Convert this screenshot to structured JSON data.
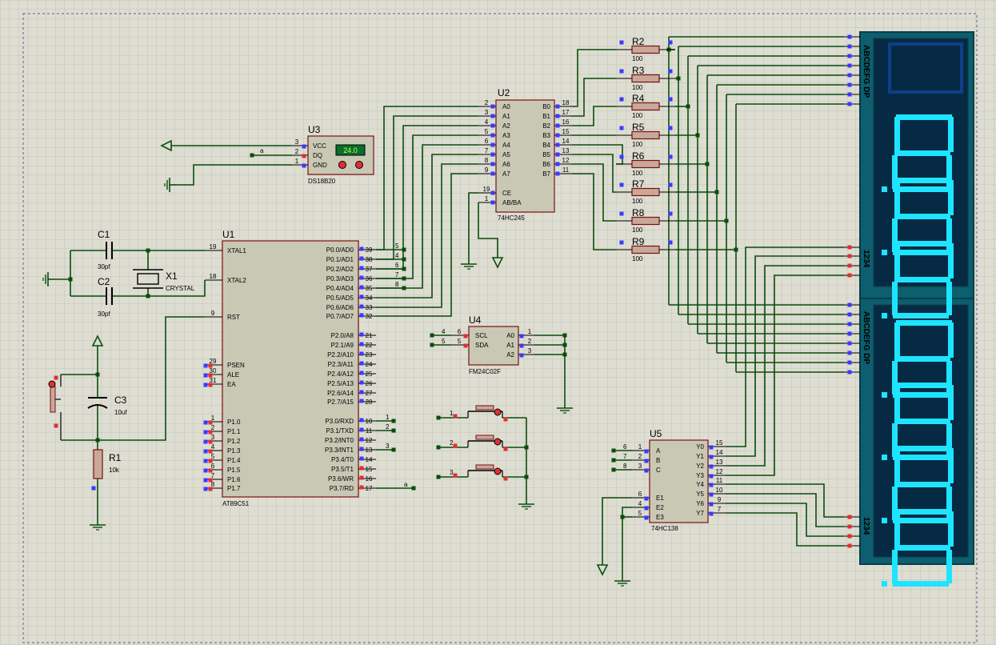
{
  "colors": {
    "wire": "#0a4d0a",
    "chip_fill": "#c9c8b5",
    "chip_stroke": "#7a1010",
    "label": "#000000",
    "pin_blue": "#3a3aff",
    "pin_red": "#e03030",
    "display_bg": "#0d5e6e",
    "segment_on": "#1ee4ff",
    "segment_dim": "#0f3f8a",
    "grid": "#c4c4b8"
  },
  "u1": {
    "ref": "U1",
    "part": "AT89C51",
    "left_pins": [
      {
        "num": "19",
        "name": "XTAL1"
      },
      {
        "num": "18",
        "name": "XTAL2"
      },
      {
        "num": "9",
        "name": "RST"
      },
      {
        "num": "29",
        "name": "PSEN"
      },
      {
        "num": "30",
        "name": "ALE"
      },
      {
        "num": "31",
        "name": "EA"
      },
      {
        "num": "1",
        "name": "P1.0"
      },
      {
        "num": "2",
        "name": "P1.1"
      },
      {
        "num": "3",
        "name": "P1.2"
      },
      {
        "num": "4",
        "name": "P1.3"
      },
      {
        "num": "5",
        "name": "P1.4"
      },
      {
        "num": "6",
        "name": "P1.5"
      },
      {
        "num": "7",
        "name": "P1.6"
      },
      {
        "num": "8",
        "name": "P1.7"
      }
    ],
    "right_pins": [
      {
        "num": "39",
        "name": "P0.0/AD0"
      },
      {
        "num": "38",
        "name": "P0.1/AD1"
      },
      {
        "num": "37",
        "name": "P0.2/AD2"
      },
      {
        "num": "36",
        "name": "P0.3/AD3"
      },
      {
        "num": "35",
        "name": "P0.4/AD4"
      },
      {
        "num": "34",
        "name": "P0.5/AD5"
      },
      {
        "num": "33",
        "name": "P0.6/AD6"
      },
      {
        "num": "32",
        "name": "P0.7/AD7"
      },
      {
        "num": "21",
        "name": "P2.0/A8"
      },
      {
        "num": "22",
        "name": "P2.1/A9"
      },
      {
        "num": "23",
        "name": "P2.2/A10"
      },
      {
        "num": "24",
        "name": "P2.3/A11"
      },
      {
        "num": "25",
        "name": "P2.4/A12"
      },
      {
        "num": "26",
        "name": "P2.5/A13"
      },
      {
        "num": "27",
        "name": "P2.6/A14"
      },
      {
        "num": "28",
        "name": "P2.7/A15"
      },
      {
        "num": "10",
        "name": "P3.0/RXD"
      },
      {
        "num": "11",
        "name": "P3.1/TXD"
      },
      {
        "num": "12",
        "name": "P3.2/INT0"
      },
      {
        "num": "13",
        "name": "P3.3/INT1"
      },
      {
        "num": "14",
        "name": "P3.4/T0"
      },
      {
        "num": "15",
        "name": "P3.5/T1"
      },
      {
        "num": "16",
        "name": "P3.6/WR"
      },
      {
        "num": "17",
        "name": "P3.7/RD"
      }
    ],
    "p2_net_labels": [
      "5",
      "4",
      "6",
      "7",
      "8"
    ],
    "p3_net_labels": [
      "1",
      "2",
      "3"
    ],
    "p37_net": "a"
  },
  "u2": {
    "ref": "U2",
    "part": "74HC245",
    "left_pins": [
      {
        "num": "2",
        "name": "A0"
      },
      {
        "num": "3",
        "name": "A1"
      },
      {
        "num": "4",
        "name": "A2"
      },
      {
        "num": "5",
        "name": "A3"
      },
      {
        "num": "6",
        "name": "A4"
      },
      {
        "num": "7",
        "name": "A5"
      },
      {
        "num": "8",
        "name": "A6"
      },
      {
        "num": "9",
        "name": "A7"
      },
      {
        "num": "19",
        "name": "CE"
      },
      {
        "num": "1",
        "name": "AB/BA"
      }
    ],
    "right_pins": [
      {
        "num": "18",
        "name": "B0"
      },
      {
        "num": "17",
        "name": "B1"
      },
      {
        "num": "16",
        "name": "B2"
      },
      {
        "num": "15",
        "name": "B3"
      },
      {
        "num": "14",
        "name": "B4"
      },
      {
        "num": "13",
        "name": "B5"
      },
      {
        "num": "12",
        "name": "B6"
      },
      {
        "num": "11",
        "name": "B7"
      }
    ]
  },
  "u3": {
    "ref": "U3",
    "part": "DS18B20",
    "display": "24.0",
    "pins": [
      {
        "num": "3",
        "name": "VCC"
      },
      {
        "num": "2",
        "name": "DQ"
      },
      {
        "num": "1",
        "name": "GND"
      }
    ],
    "net": "a"
  },
  "u4": {
    "ref": "U4",
    "part": "FM24C02F",
    "left_pins": [
      {
        "num": "6",
        "name": "SCL",
        "net": "4"
      },
      {
        "num": "5",
        "name": "SDA",
        "net": "5"
      }
    ],
    "right_pins": [
      {
        "num": "1",
        "name": "A0"
      },
      {
        "num": "2",
        "name": "A1"
      },
      {
        "num": "3",
        "name": "A2"
      }
    ]
  },
  "u5": {
    "ref": "U5",
    "part": "74HC138",
    "left_pins": [
      {
        "num": "1",
        "name": "A",
        "net": "6"
      },
      {
        "num": "2",
        "name": "B",
        "net": "7"
      },
      {
        "num": "3",
        "name": "C",
        "net": "8"
      },
      {
        "num": "6",
        "name": "E1",
        "net": ""
      },
      {
        "num": "4",
        "name": "E2",
        "net": ""
      },
      {
        "num": "5",
        "name": "E3",
        "net": ""
      }
    ],
    "right_pins": [
      {
        "num": "15",
        "name": "Y0"
      },
      {
        "num": "14",
        "name": "Y1"
      },
      {
        "num": "13",
        "name": "Y2"
      },
      {
        "num": "12",
        "name": "Y3"
      },
      {
        "num": "11",
        "name": "Y4"
      },
      {
        "num": "10",
        "name": "Y5"
      },
      {
        "num": "9",
        "name": "Y6"
      },
      {
        "num": "7",
        "name": "Y7"
      }
    ]
  },
  "resistors": [
    {
      "ref": "R2",
      "value": "100"
    },
    {
      "ref": "R3",
      "value": "100"
    },
    {
      "ref": "R4",
      "value": "100"
    },
    {
      "ref": "R5",
      "value": "100"
    },
    {
      "ref": "R6",
      "value": "100"
    },
    {
      "ref": "R7",
      "value": "100"
    },
    {
      "ref": "R8",
      "value": "100"
    },
    {
      "ref": "R9",
      "value": "100"
    }
  ],
  "r1": {
    "ref": "R1",
    "value": "10k"
  },
  "c1": {
    "ref": "C1",
    "value": "30pf"
  },
  "c2": {
    "ref": "C2",
    "value": "30pf"
  },
  "c3": {
    "ref": "C3",
    "value": "10uf"
  },
  "x1": {
    "ref": "X1",
    "value": "CRYSTAL"
  },
  "buttons": [
    {
      "net": "1"
    },
    {
      "net": "2"
    },
    {
      "net": "3"
    }
  ],
  "display": {
    "segment_label": "ABCDEFG DP",
    "digit_label": "1234"
  }
}
